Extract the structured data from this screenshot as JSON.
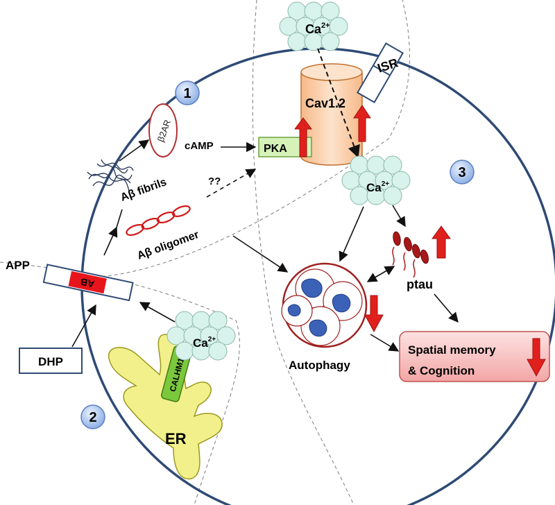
{
  "labels": {
    "num1": "1",
    "num2": "2",
    "num3": "3",
    "b2ar": "β2AR",
    "camp": "cAMP",
    "pka": "PKA",
    "cav": "Cav1.2",
    "isr": "ISR",
    "ca": "Ca",
    "ca_sup": "2+",
    "ab_fibrils": "Aβ fibrils",
    "ab_oligomer": "Aβ oligomer",
    "qq": "??",
    "app": "APP",
    "ab_box": "AB",
    "dhp": "DHP",
    "calhm1": "CALHM1",
    "er": "ER",
    "autophagy": "Autophagy",
    "ptau": "ptau",
    "spatial": "Spatial memory",
    "cognition": "&  Cognition"
  },
  "colors": {
    "cell_border": "#2e4a74",
    "up_arrow": "#e0201c",
    "down_arrow": "#e0201c",
    "ca_cluster": "#d8f2ec",
    "er_fill": "#f2f08a",
    "calhm1_fill": "#7cc83c",
    "pka_fill": "#d6f2b8",
    "cav_fill": "#fbd5b4",
    "ab_red": "#e8141c",
    "autophagy_outer": "#a02020",
    "nucleus": "#3c62b8",
    "output_box": "#f8c8c8"
  }
}
